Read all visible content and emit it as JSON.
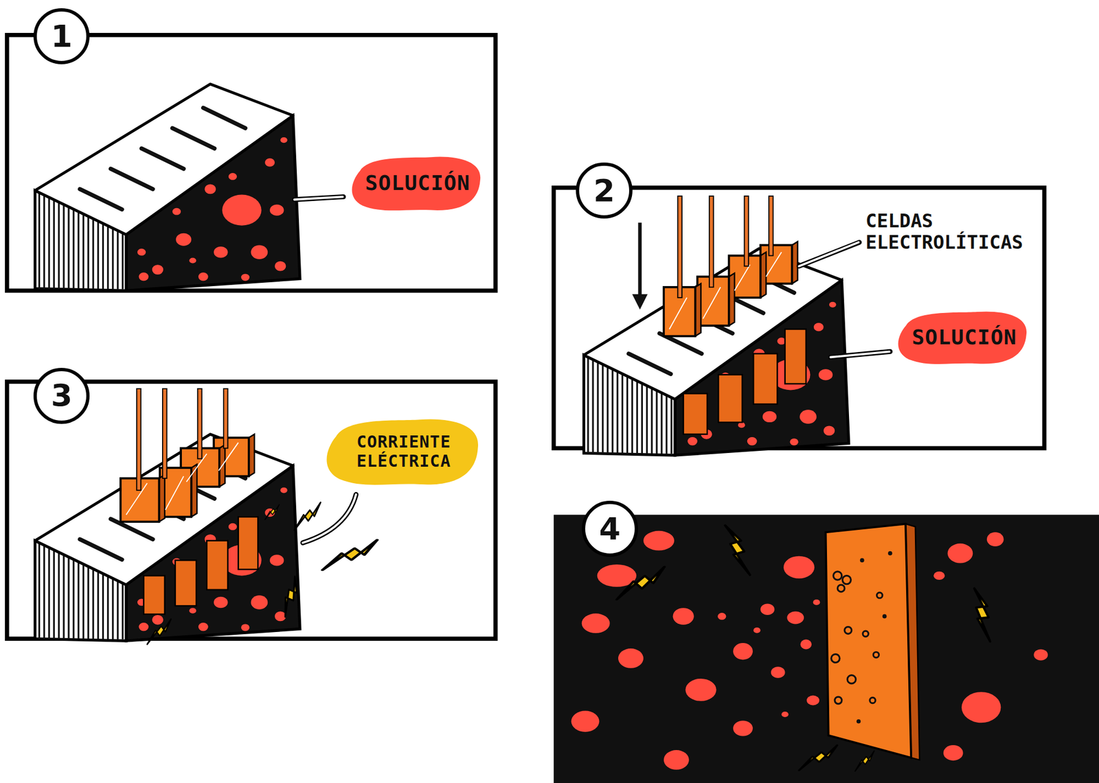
{
  "diagram": {
    "nodes": [
      {
        "text": [
          "1"
        ]
      },
      {
        "text": [
          "SOLUCIÓN"
        ]
      },
      {
        "text": [
          "2"
        ]
      },
      {
        "text": [
          "SOLUCIÓN"
        ]
      },
      {
        "text": [
          "3"
        ]
      },
      {
        "text": [
          "CORRIENTE ELÉCTRICA"
        ]
      },
      {
        "text": [
          "4"
        ]
      }
    ],
    "labels": [
      "CELDAS ELECTROLÍTICAS"
    ]
  }
}
